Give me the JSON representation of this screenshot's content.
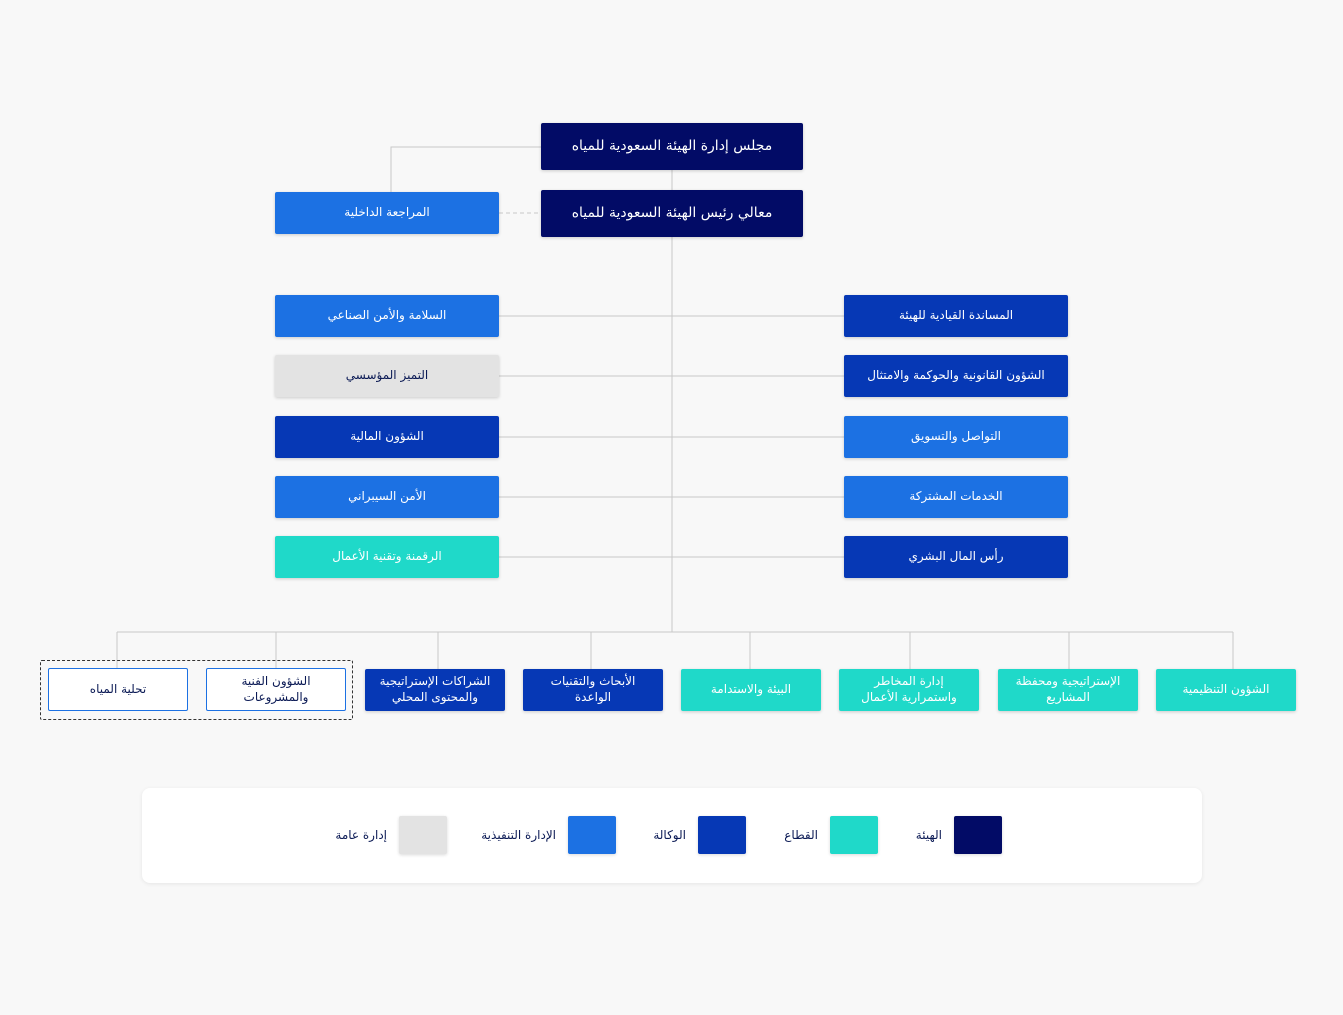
{
  "top": {
    "board": "مجلس إدارة الهيئة السعودية للمياه",
    "president": "معالي رئيس الهيئة السعودية للمياه",
    "internal_audit": "المراجعة الداخلية"
  },
  "left_column": [
    "السلامة والأمن الصناعي",
    "التميز المؤسسي",
    "الشؤون المالية",
    "الأمن السيبراني",
    "الرقمنة وتقنية الأعمال"
  ],
  "right_column": [
    "المساندة القيادية للهيئة",
    "الشؤون القانونية والحوكمة والامتثال",
    "التواصل والتسويق",
    "الخدمات المشتركة",
    "رأس المال البشري"
  ],
  "bottom_row": [
    "تحلية المياه",
    "الشؤون الفنية والمشروعات",
    "الشراكات الإستراتيجية والمحتوى المحلي",
    "الأبحاث والتقنيات الواعدة",
    "البيئة والاستدامة",
    "إدارة المخاطر واستمرارية الأعمال",
    "الإستراتيجية ومحفظة المشاريع",
    "الشؤون التنظيمية"
  ],
  "legend": {
    "hay": "الهيئة",
    "qit": "القطاع",
    "wak": "الوكالة",
    "idx": "الإدارة التنفيذية",
    "gen": "إدارة عامة"
  },
  "colors": {
    "hay": "#020b66",
    "wak": "#0638b5",
    "idx": "#1c71e3",
    "qit": "#1fd9c9",
    "gen": "#e3e3e3",
    "line": "#c8c8c8"
  }
}
